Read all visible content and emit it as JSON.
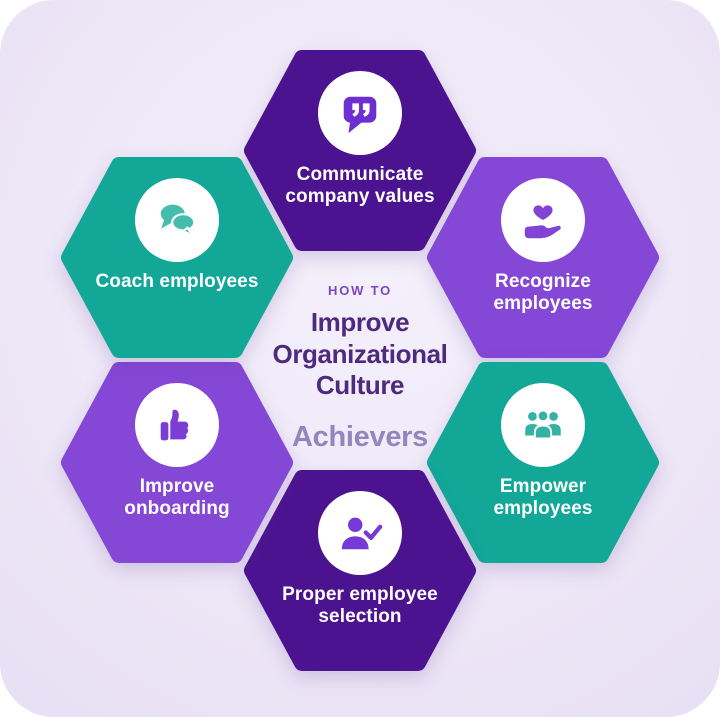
{
  "palette": {
    "page_background": "#ffffff",
    "card_background": "#eee8f7",
    "dark_purple": "#4c1391",
    "medium_purple": "#8547d6",
    "teal": "#12a797",
    "white": "#ffffff"
  },
  "center": {
    "eyebrow": "HOW TO",
    "title": "Improve Organizational Culture",
    "brand": "Achievers",
    "eyebrow_color": "#7c46c0",
    "title_color": "#4e2a7e",
    "brand_color": "#9187be"
  },
  "hexagons": [
    {
      "position": "top",
      "label": "Communicate company values",
      "color": "#4c1391",
      "icon": "quote-bubble-icon",
      "icon_color": "#6d2fd2"
    },
    {
      "position": "top-right",
      "label": "Recognize employees",
      "color": "#8547d6",
      "icon": "heart-in-hand-icon",
      "icon_color": "#8244d4"
    },
    {
      "position": "bottom-right",
      "label": "Empower employees",
      "color": "#12a797",
      "icon": "people-group-icon",
      "icon_color": "#35b2a4"
    },
    {
      "position": "bottom",
      "label": "Proper employee selection",
      "color": "#4c1391",
      "icon": "person-check-icon",
      "icon_color": "#7638d6"
    },
    {
      "position": "bottom-left",
      "label": "Improve onboarding",
      "color": "#8547d6",
      "icon": "thumbs-up-icon",
      "icon_color": "#7c3dd4"
    },
    {
      "position": "top-left",
      "label": "Coach employees",
      "color": "#12a797",
      "icon": "chat-bubbles-icon",
      "icon_color": "#45bcae"
    }
  ]
}
